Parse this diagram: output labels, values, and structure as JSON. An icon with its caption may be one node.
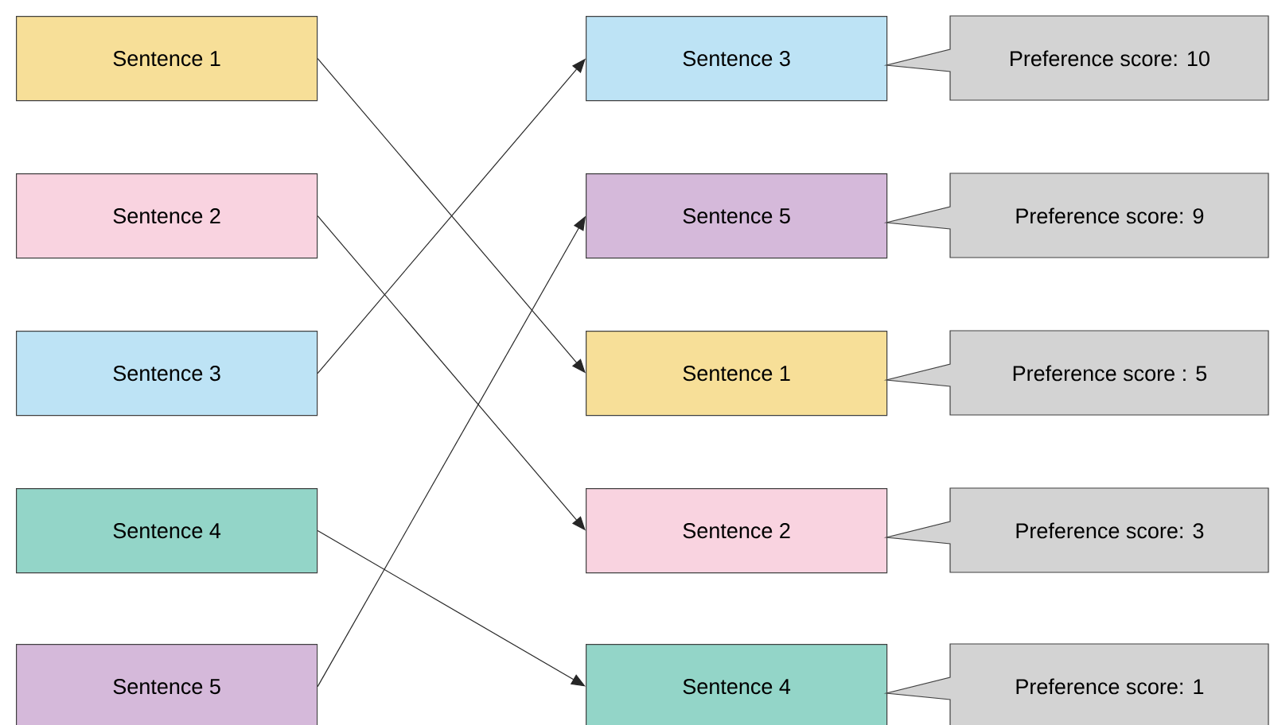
{
  "diagram": {
    "nodes": [
      {
        "text": [
          "Sentence 1"
        ]
      },
      {
        "text": [
          "Sentence 2"
        ]
      },
      {
        "text": [
          "Sentence 3"
        ]
      },
      {
        "text": [
          "Sentence 4"
        ]
      },
      {
        "text": [
          "Sentence 5"
        ]
      },
      {
        "text": [
          "Sentence 3"
        ]
      },
      {
        "text": [
          "Sentence 5"
        ]
      },
      {
        "text": [
          "Sentence 1"
        ]
      },
      {
        "text": [
          "Sentence 2"
        ]
      },
      {
        "text": [
          "Sentence 4"
        ]
      },
      {
        "text": [
          "Preference score: 10"
        ]
      },
      {
        "text": [
          "Preference score: 9"
        ]
      },
      {
        "text": [
          "Preference score : 5"
        ]
      },
      {
        "text": [
          "Preference score: 3"
        ]
      },
      {
        "text": [
          "Preference score: 1"
        ]
      }
    ],
    "edges": [
      {
        "from": 0,
        "to": 7,
        "arrow": "to"
      },
      {
        "from": 1,
        "to": 8,
        "arrow": "to"
      },
      {
        "from": 2,
        "to": 5,
        "arrow": "to"
      },
      {
        "from": 3,
        "to": 9,
        "arrow": "to"
      },
      {
        "from": 4,
        "to": 6,
        "arrow": "to"
      }
    ]
  }
}
